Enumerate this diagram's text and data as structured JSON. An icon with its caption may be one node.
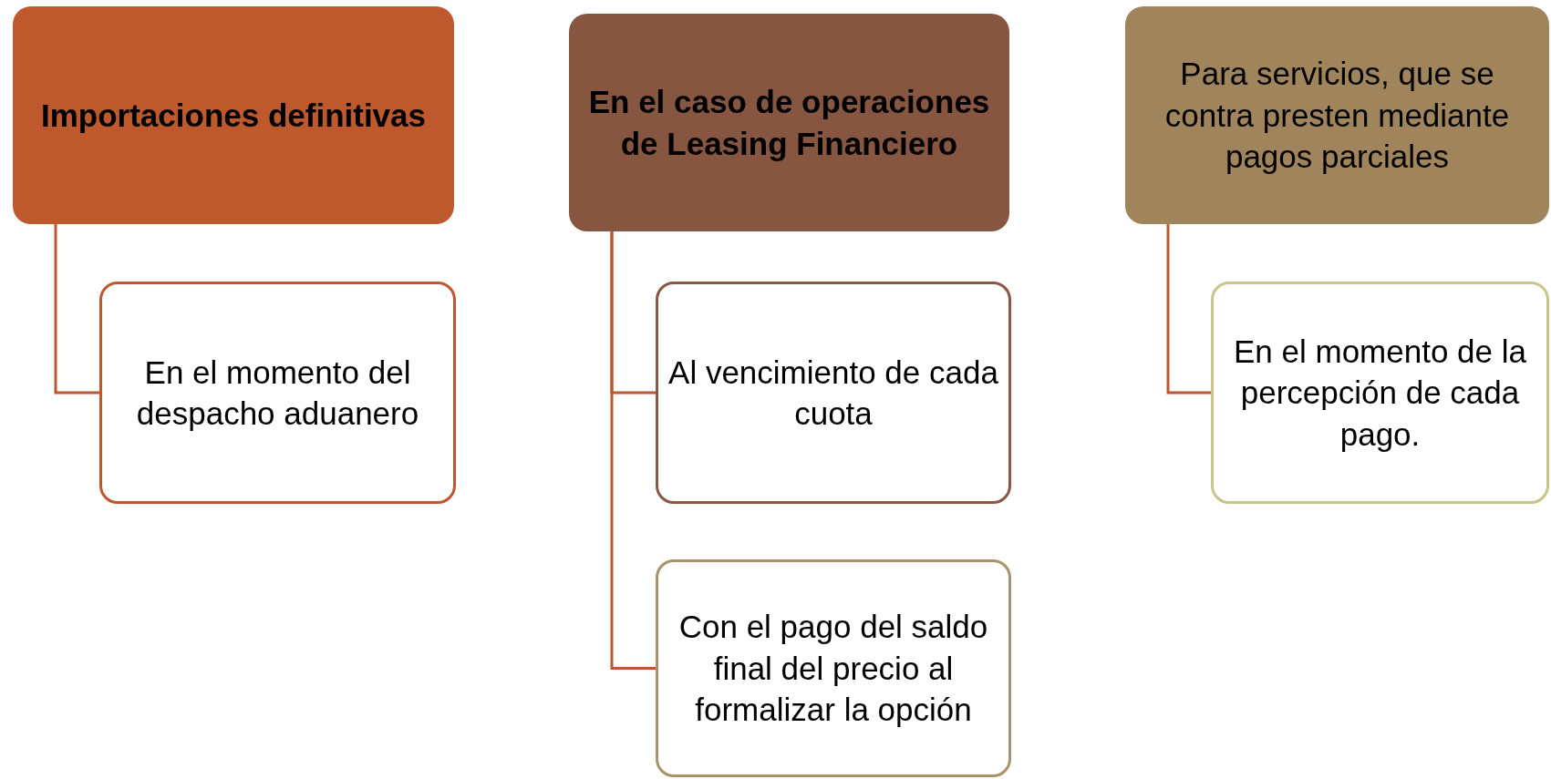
{
  "diagram": {
    "nodes": [
      {
        "text": [
          "Importaciones definitivas"
        ]
      },
      {
        "text": [
          "En el momento del despacho aduanero"
        ]
      },
      {
        "text": [
          "En el caso de operaciones de Leasing Financiero"
        ]
      },
      {
        "text": [
          "Al vencimiento de cada cuota"
        ]
      },
      {
        "text": [
          "Con el pago del saldo final del precio al formalizar la opción"
        ]
      },
      {
        "text": [
          "Para servicios, que se contra presten mediante pagos parciales"
        ]
      },
      {
        "text": [
          "En el momento de la percepción de cada pago."
        ]
      }
    ],
    "edges": [
      {
        "from": 0,
        "to": 1,
        "arrow": "none"
      },
      {
        "from": 2,
        "to": 3,
        "arrow": "none"
      },
      {
        "from": 2,
        "to": 4,
        "arrow": "none"
      },
      {
        "from": 5,
        "to": 6,
        "arrow": "none"
      }
    ]
  }
}
